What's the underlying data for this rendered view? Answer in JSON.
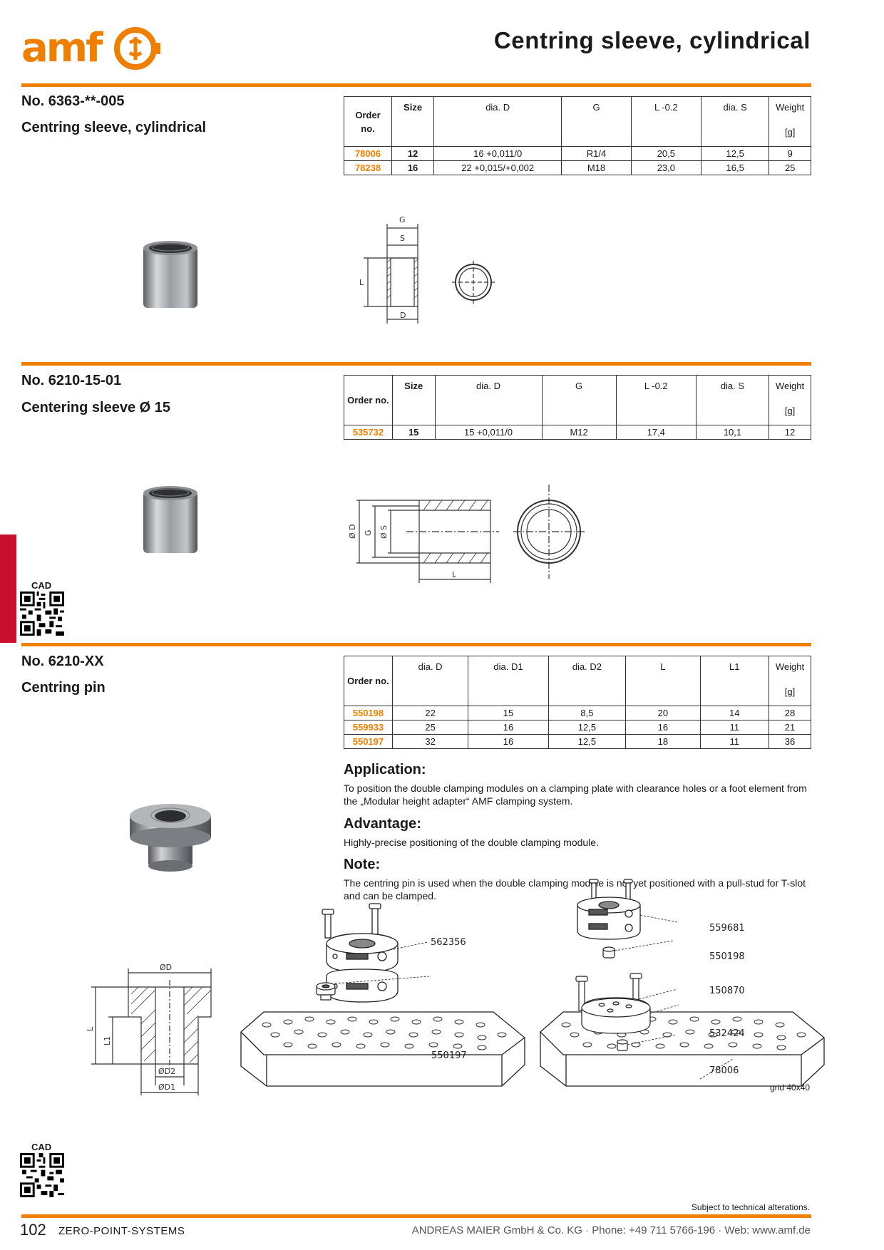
{
  "header": {
    "logo_text": "amf",
    "title": "Centring sleeve, cylindrical"
  },
  "sections": [
    {
      "number": "No. 6363-**-005",
      "name": "Centring sleeve, cylindrical",
      "headers": [
        "Order no.",
        "Size",
        "dia. D",
        "G",
        "L -0.2",
        "dia. S",
        "Weight"
      ],
      "weight_unit": "[g]",
      "rows": [
        [
          "78006",
          "12",
          "16 +0,011/0",
          "R1/4",
          "20,5",
          "12,5",
          "9"
        ],
        [
          "78238",
          "16",
          "22 +0,015/+0,002",
          "M18",
          "23,0",
          "16,5",
          "25"
        ]
      ],
      "drawing_labels": {
        "g": "G",
        "s": "S",
        "l": "L",
        "d": "D"
      }
    },
    {
      "number": "No. 6210-15-01",
      "name": "Centering sleeve Ø 15",
      "headers": [
        "Order no.",
        "Size",
        "dia. D",
        "G",
        "L -0.2",
        "dia. S",
        "Weight"
      ],
      "weight_unit": "[g]",
      "rows": [
        [
          "535732",
          "15",
          "15 +0,011/0",
          "M12",
          "17,4",
          "10,1",
          "12"
        ]
      ],
      "drawing_labels": {
        "d": "Ø D",
        "g": "G",
        "s": "Ø S",
        "l": "L"
      },
      "cad_label": "CAD"
    },
    {
      "number": "No. 6210-XX",
      "name": "Centring pin",
      "headers": [
        "Order no.",
        "dia. D",
        "dia. D1",
        "dia. D2",
        "L",
        "L1",
        "Weight"
      ],
      "weight_unit": "[g]",
      "rows": [
        [
          "550198",
          "22",
          "15",
          "8,5",
          "20",
          "14",
          "28"
        ],
        [
          "559933",
          "25",
          "16",
          "12,5",
          "16",
          "11",
          "21"
        ],
        [
          "550197",
          "32",
          "16",
          "12,5",
          "18",
          "11",
          "36"
        ]
      ],
      "drawing_labels": {
        "d": "ØD",
        "l": "L",
        "l1": "L1",
        "d2": "ØD2",
        "d1": "ØD1"
      },
      "cad_label": "CAD"
    }
  ],
  "application": {
    "heading": "Application:",
    "text": "To position the double clamping modules on a clamping plate with clearance holes or a foot element from the „Modular height adapter“ AMF clamping system."
  },
  "advantage": {
    "heading": "Advantage:",
    "text": "Highly-precise positioning of the double clamping module."
  },
  "note": {
    "heading": "Note:",
    "text": "The centring pin is used when the double clamping module is not yet positioned with a pull-stud for T-slot and can be clamped."
  },
  "assembly_callouts": [
    "562356",
    "550197",
    "559681",
    "550198",
    "150870",
    "532424",
    "78006",
    "grid 40x40"
  ],
  "footer": {
    "note": "Subject to technical alterations.",
    "page_number": "102",
    "section": "ZERO-POINT-SYSTEMS",
    "company": "ANDREAS MAIER GmbH & Co. KG · Phone: +49 711 5766-196 · Web: www.amf.de"
  },
  "colors": {
    "accent": "#ee7f00",
    "side_tab": "#c8102e"
  }
}
